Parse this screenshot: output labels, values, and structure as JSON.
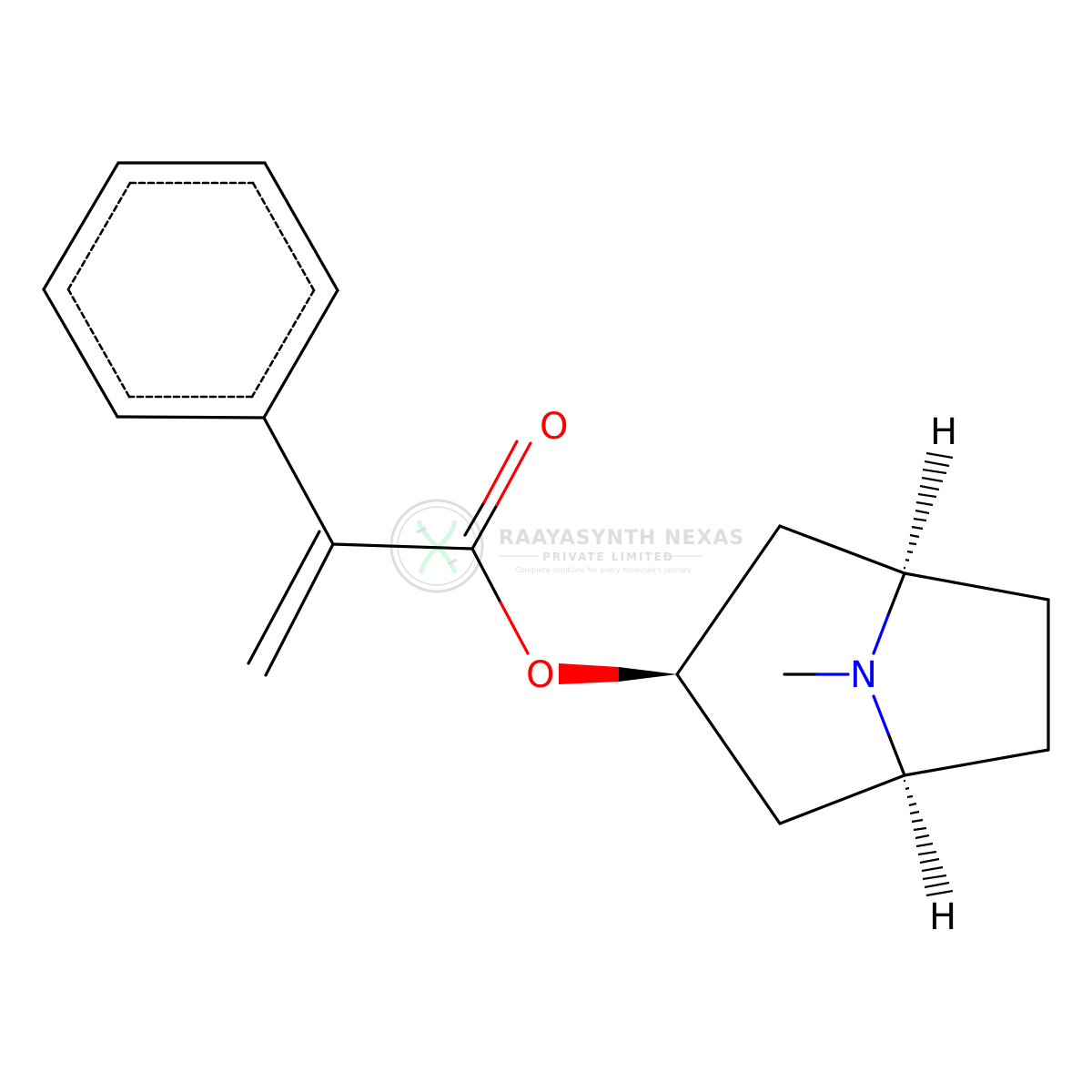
{
  "atoms": {
    "carbonyl_oxygen": "O",
    "ester_oxygen": "O",
    "nitrogen": "N",
    "hydrogen_top": "H",
    "hydrogen_bottom": "H"
  },
  "watermark": {
    "title": "RAAYASYNTH NEXAS",
    "subtitle": "PRIVATE LIMITED",
    "tagline": "Complete solutions for every molecule's journey"
  },
  "colors": {
    "bond": "#000000",
    "oxygen": "#ff0000",
    "nitrogen": "#0000ff",
    "hydrogen": "#000000",
    "watermark": "#9ca3af",
    "watermark_logo": "#86efac"
  }
}
